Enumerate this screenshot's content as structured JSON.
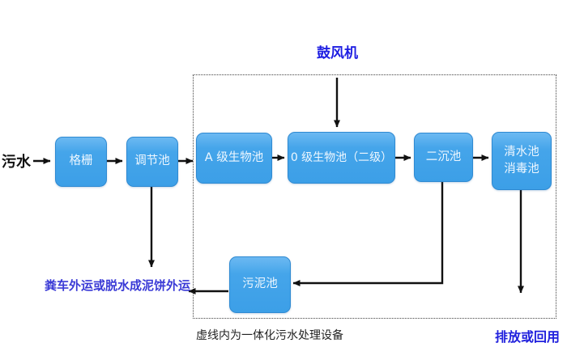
{
  "diagram": {
    "influent_label": "污水",
    "blower_label": "鼓风机",
    "nodes": {
      "grid": "格栅",
      "regulating": "调节池",
      "a_bio": "A 级生物池",
      "o_bio": "0 级生物池（二级）",
      "secondary_sed": "二沉池",
      "clear_line1": "清水池",
      "clear_line2": "消毒池",
      "sludge": "污泥池"
    },
    "sludge_disposal_label": "粪车外运或脱水成泥饼外运",
    "boundary_caption": "虚线内为一体化污水处理设备",
    "effluent_label": "排放或回用",
    "colors": {
      "node_fill": "#42a3ea",
      "node_border": "#2f8ad2",
      "annotation_blue": "#2020dd",
      "arrow": "#111111"
    }
  }
}
